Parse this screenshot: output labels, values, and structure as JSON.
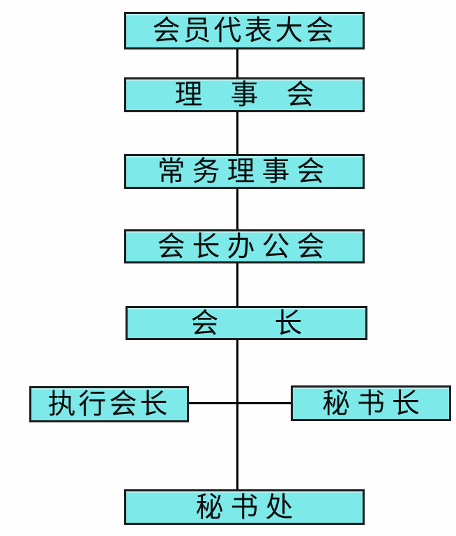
{
  "diagram": {
    "type": "org-chart",
    "colors": {
      "box_fill": "#7de9e9",
      "box_border": "#1c1c1c",
      "line_color": "#000000",
      "background": "#fefefe",
      "text": "#0d0d0d"
    },
    "nodes": [
      {
        "id": "member-congress",
        "label": "会员代表大会"
      },
      {
        "id": "council",
        "label": "理　事　会"
      },
      {
        "id": "standing-council",
        "label": "常务理事会"
      },
      {
        "id": "president-office",
        "label": "会长办公会"
      },
      {
        "id": "president",
        "label": "会　　长"
      },
      {
        "id": "executive-president",
        "label": "执行会长"
      },
      {
        "id": "secretary-general",
        "label": "秘 书 长"
      },
      {
        "id": "secretariat",
        "label": "秘 书 处"
      }
    ],
    "edges": [
      {
        "from": "member-congress",
        "to": "council"
      },
      {
        "from": "council",
        "to": "standing-council"
      },
      {
        "from": "standing-council",
        "to": "president-office"
      },
      {
        "from": "president-office",
        "to": "president"
      },
      {
        "from": "president",
        "to": "executive-president"
      },
      {
        "from": "president",
        "to": "secretary-general"
      },
      {
        "from": "president",
        "to": "secretariat"
      }
    ]
  }
}
